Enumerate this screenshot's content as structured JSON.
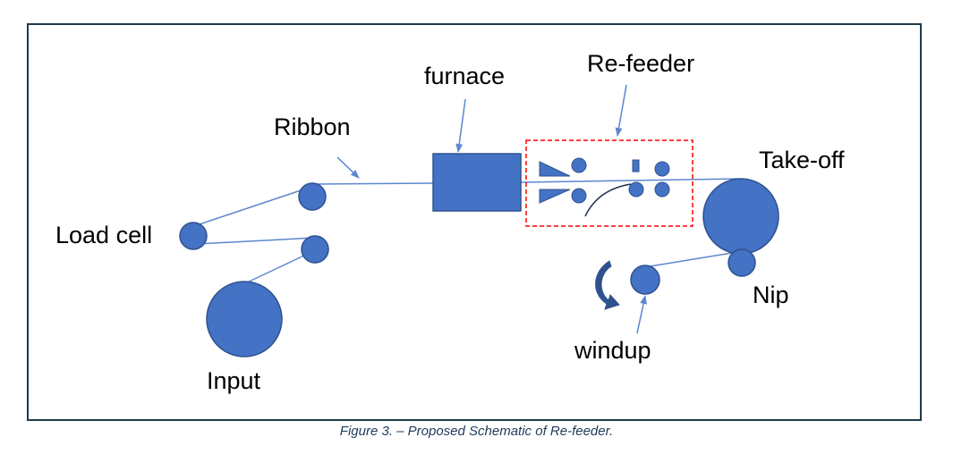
{
  "labels": {
    "ribbon": "Ribbon",
    "furnace": "furnace",
    "refeeder": "Re-feeder",
    "takeoff": "Take-off",
    "loadcell": "Load cell",
    "nip": "Nip",
    "windup": "windup",
    "input": "Input"
  },
  "caption": "Figure 3. – Proposed Schematic of Re-feeder.",
  "colors": {
    "frame": "#1f3a4a",
    "component_fill": "#4472c4",
    "component_stroke": "#2f528f",
    "line": "#5b87cf",
    "refeeder_box": "#ff0000",
    "caption": "#1f3a5a"
  }
}
